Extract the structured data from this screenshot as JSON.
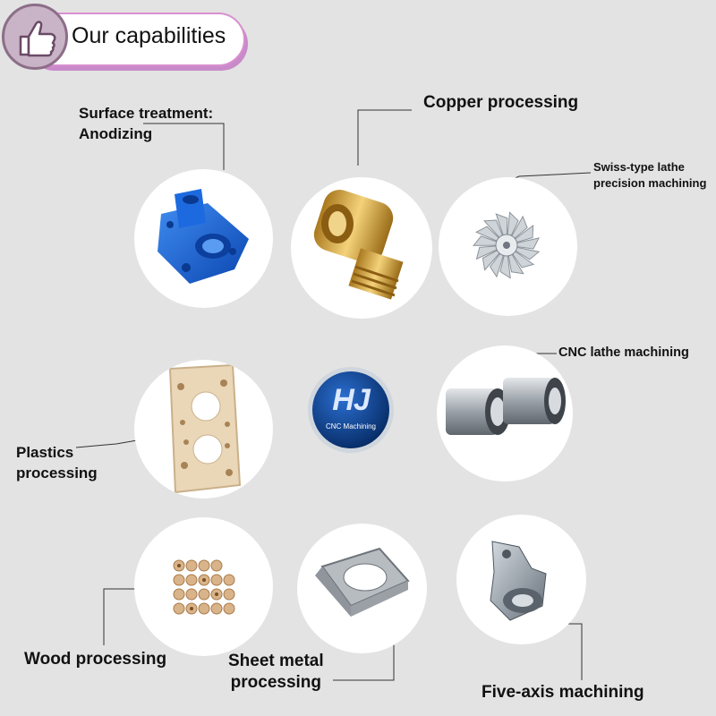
{
  "header": {
    "title": "Our capabilities",
    "icon": "thumbs-up-icon"
  },
  "center_logo": {
    "monogram": "HJ",
    "caption": "CNC Machining"
  },
  "items": [
    {
      "label_line1": "Surface treatment:",
      "label_line2": "Anodizing"
    },
    {
      "label_line1": "Copper processing"
    },
    {
      "label_line1": "Swiss-type lathe",
      "label_line2": "precision machining"
    },
    {
      "label_line1": "Plastics",
      "label_line2": "processing"
    },
    {
      "label_line1": "CNC lathe machining"
    },
    {
      "label_line1": "Wood processing"
    },
    {
      "label_line1": "Sheet metal",
      "label_line2": "processing"
    },
    {
      "label_line1": "Five-axis machining"
    }
  ],
  "colors": {
    "background": "#e3e3e3",
    "pill_border": "#d98fd0",
    "anodized_blue": "#1a63d8",
    "brass": "#d9b25a",
    "plastic_beige": "#ead7b8"
  }
}
